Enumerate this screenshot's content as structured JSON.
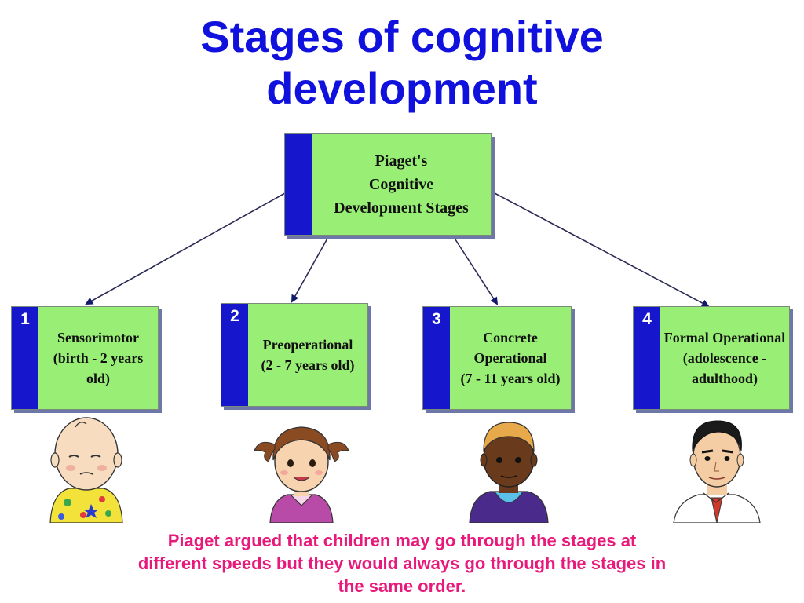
{
  "title": {
    "line1": "Stages of cognitive",
    "line2": "development"
  },
  "root": {
    "lines": [
      "Piaget's",
      "Cognitive",
      "Development Stages"
    ]
  },
  "stages": [
    {
      "number": "1",
      "lines": [
        "Sensorimotor",
        "(birth - 2 years",
        "old)"
      ]
    },
    {
      "number": "2",
      "lines": [
        "Preoperational",
        "(2 - 7 years old)"
      ]
    },
    {
      "number": "3",
      "lines": [
        "Concrete",
        "Operational",
        "(7 - 11 years old)"
      ]
    },
    {
      "number": "4",
      "lines": [
        "Formal Operational",
        "(adolescence -",
        "adulthood)"
      ]
    }
  ],
  "caption": {
    "line1": "Piaget argued that children may go through the stages at",
    "line2": "different speeds but they would always go through the stages in",
    "line3": "the same order."
  },
  "colors": {
    "title": "#1111dd",
    "box_fill": "#99ef75",
    "box_bar": "#1616cc",
    "caption": "#e8197a"
  }
}
